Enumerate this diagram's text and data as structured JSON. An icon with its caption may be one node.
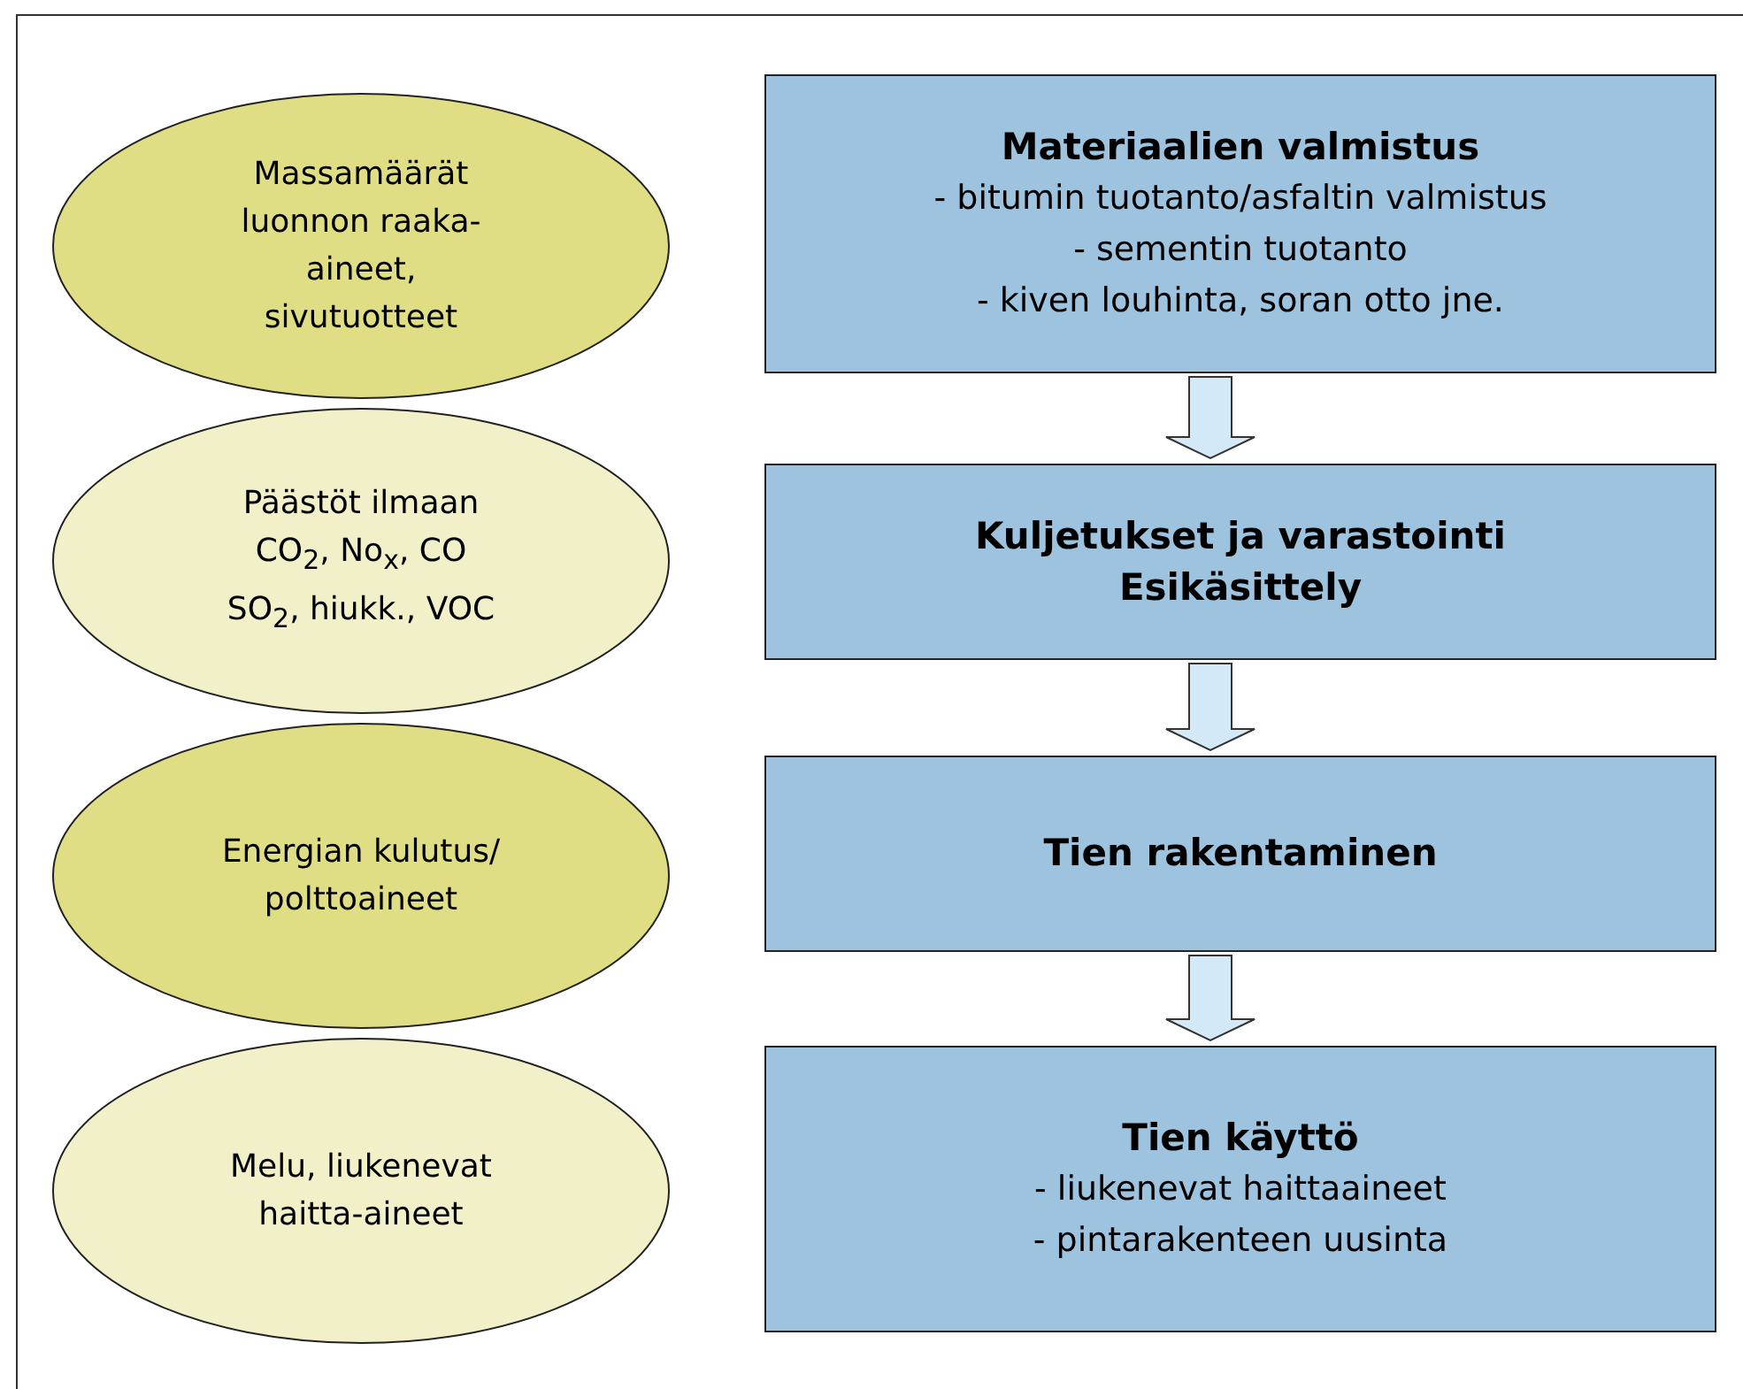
{
  "diagram": {
    "nodes": [
      {
        "text": [
          "Massamäärät",
          "luonnon raaka-aineet, sivutuotteet"
        ]
      },
      {
        "text": [
          "Päästöt ilmaan",
          "CO$_{2}$, No$_{x}$, CO",
          "SO$_{2}$, hiukk., VOC"
        ]
      },
      {
        "text": [
          "Energian kulutus/ polttoaineet"
        ]
      },
      {
        "text": [
          "Melu, liukenevat haitta-aineet"
        ]
      },
      {
        "text": [
          "Materiaalien valmistus",
          "- bitumin tuotanto/asfaltin valmistus",
          "- sementin tuotanto",
          "- kiven louhinta, soran otto jne."
        ]
      },
      {
        "text": [
          "Kuljetukset ja varastointi",
          "Esikäsittely"
        ]
      },
      {
        "text": [
          "Tien rakentaminen"
        ]
      },
      {
        "text": [
          "Tien käyttö",
          "- liukenevat haittaaineet",
          "- pintarakenteen uusinta"
        ]
      }
    ],
    "edges": [
      {
        "from": 4,
        "to": 5,
        "arrow": "to"
      },
      {
        "from": 5,
        "to": 6,
        "arrow": "to"
      },
      {
        "from": 6,
        "to": 7,
        "arrow": "to"
      }
    ]
  }
}
